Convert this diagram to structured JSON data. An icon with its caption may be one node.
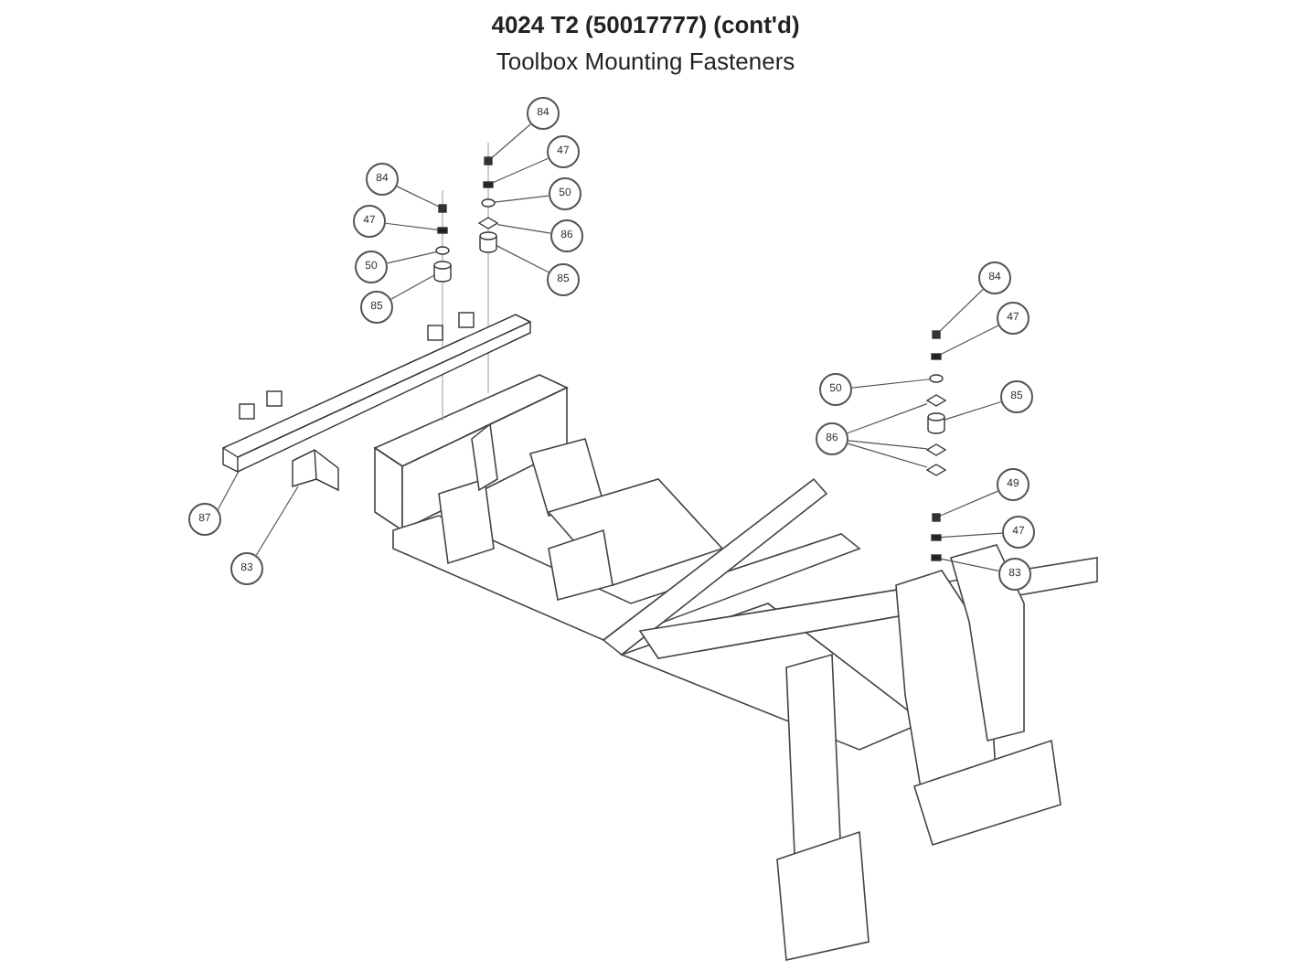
{
  "diagram": {
    "title": "4024 T2 (50017777) (cont'd)",
    "nodes": [
      {
        "text": [
          "84"
        ]
      },
      {
        "text": [
          "47"
        ]
      },
      {
        "text": [
          "50"
        ]
      },
      {
        "text": [
          "85"
        ]
      },
      {
        "text": [
          "84"
        ]
      },
      {
        "text": [
          "47"
        ]
      },
      {
        "text": [
          "50"
        ]
      },
      {
        "text": [
          "86"
        ]
      },
      {
        "text": [
          "85"
        ]
      },
      {
        "text": [
          "84"
        ]
      },
      {
        "text": [
          "47"
        ]
      },
      {
        "text": [
          "50"
        ]
      },
      {
        "text": [
          "85"
        ]
      },
      {
        "text": [
          "86"
        ]
      },
      {
        "text": [
          "49"
        ]
      },
      {
        "text": [
          "47"
        ]
      },
      {
        "text": [
          "83"
        ]
      },
      {
        "text": [
          "87"
        ]
      },
      {
        "text": [
          "83"
        ]
      },
      {
        "text": [],
        "shape": "bolt"
      },
      {
        "text": [],
        "shape": "nut"
      },
      {
        "text": [],
        "shape": "washer"
      },
      {
        "text": [],
        "shape": "spacer"
      },
      {
        "text": [],
        "shape": "bolt"
      },
      {
        "text": [],
        "shape": "nut"
      },
      {
        "text": [],
        "shape": "washer"
      },
      {
        "text": [],
        "shape": "plate"
      },
      {
        "text": [],
        "shape": "spacer"
      },
      {
        "text": [],
        "shape": "bolt"
      },
      {
        "text": [],
        "shape": "nut"
      },
      {
        "text": [],
        "shape": "washer"
      },
      {
        "text": [],
        "shape": "plate"
      },
      {
        "text": [],
        "shape": "spacer"
      },
      {
        "text": [],
        "shape": "plate"
      },
      {
        "text": [],
        "shape": "plate"
      },
      {
        "text": [],
        "shape": "bolt"
      },
      {
        "text": [],
        "shape": "nut"
      },
      {
        "text": [],
        "shape": "nut"
      },
      {
        "text": [],
        "shape": "bar"
      },
      {
        "text": [],
        "shape": "bracket"
      }
    ],
    "edges": [
      {
        "from": 0,
        "to": 19,
        "arrow": "none"
      },
      {
        "from": 1,
        "to": 20,
        "arrow": "none"
      },
      {
        "from": 2,
        "to": 21,
        "arrow": "none"
      },
      {
        "from": 3,
        "to": 22,
        "arrow": "none"
      },
      {
        "from": 4,
        "to": 23,
        "arrow": "none"
      },
      {
        "from": 5,
        "to": 24,
        "arrow": "none"
      },
      {
        "from": 6,
        "to": 25,
        "arrow": "none"
      },
      {
        "from": 7,
        "to": 26,
        "arrow": "none"
      },
      {
        "from": 8,
        "to": 27,
        "arrow": "none"
      },
      {
        "from": 9,
        "to": 28,
        "arrow": "none"
      },
      {
        "from": 10,
        "to": 29,
        "arrow": "none"
      },
      {
        "from": 11,
        "to": 30,
        "arrow": "none"
      },
      {
        "from": 12,
        "to": 32,
        "arrow": "none"
      },
      {
        "from": 13,
        "to": 31,
        "arrow": "none"
      },
      {
        "from": 13,
        "to": 33,
        "arrow": "none"
      },
      {
        "from": 13,
        "to": 34,
        "arrow": "none"
      },
      {
        "from": 14,
        "to": 35,
        "arrow": "none"
      },
      {
        "from": 15,
        "to": 36,
        "arrow": "none"
      },
      {
        "from": 16,
        "to": 37,
        "arrow": "none"
      },
      {
        "from": 17,
        "to": 38,
        "arrow": "none"
      },
      {
        "from": 18,
        "to": 39,
        "arrow": "none"
      }
    ],
    "labels": [
      "Toolbox Mounting Fasteners"
    ]
  }
}
